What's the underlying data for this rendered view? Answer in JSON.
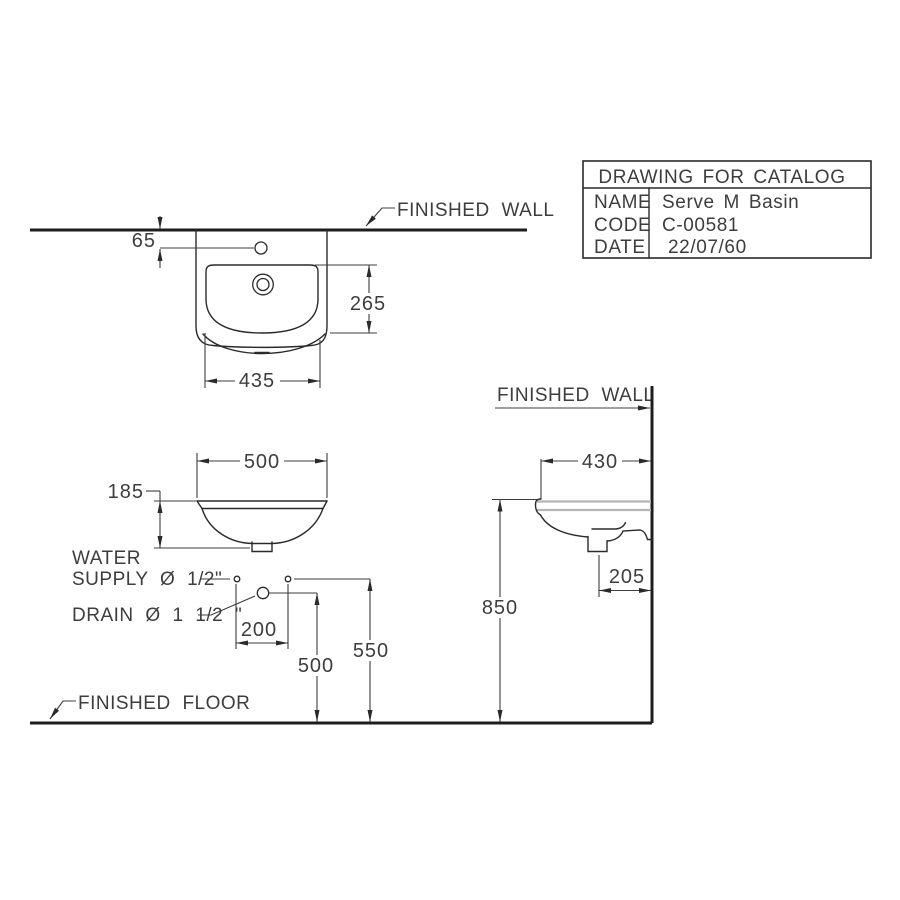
{
  "title_block": {
    "title": "DRAWING FOR CATALOG",
    "rows": [
      {
        "label": "NAME",
        "value": "Serve M Basin"
      },
      {
        "label": "CODE",
        "value": "C-00581"
      },
      {
        "label": "DATE",
        "value": "22/07/60"
      }
    ]
  },
  "labels": {
    "finished_wall_plan": "FINISHED WALL",
    "finished_wall_side": "FINISHED WALL",
    "finished_floor": "FINISHED FLOOR",
    "water_supply_line1": "WATER",
    "water_supply_line2": "SUPPLY Ø 1/2\"",
    "drain": "DRAIN Ø 1 1/2 \""
  },
  "dimensions": {
    "plan_tap_hole_to_wall": "65",
    "plan_bowl_depth": "265",
    "plan_bowl_width": "435",
    "front_overall_width": "500",
    "front_body_height": "185",
    "front_supply_spacing": "200",
    "front_drain_height": "500",
    "front_supply_height": "550",
    "side_overall_depth": "430",
    "side_drain_to_wall": "205",
    "side_rim_height": "850"
  },
  "colors": {
    "object_line": "#2a2a2a",
    "heavy_line": "#1d1d1d",
    "dimension_line": "#3c3c3c",
    "hidden_line_gray": "#b4b4b4",
    "text": "#3d3d3d",
    "background": "#ffffff"
  }
}
